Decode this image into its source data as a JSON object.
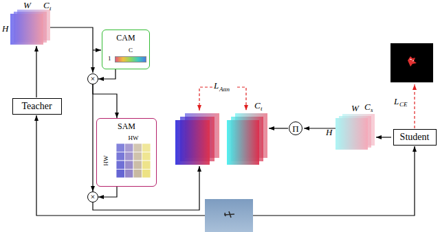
{
  "diagram": {
    "nodes": [
      {
        "text": [
          "Teacher"
        ]
      },
      {
        "text": [
          "CAM",
          "1",
          "C"
        ]
      },
      {
        "text": [
          "×"
        ]
      },
      {
        "text": [
          "SAM",
          "HW",
          "HW"
        ]
      },
      {
        "text": [
          "×"
        ]
      },
      {
        "text": [
          "Π"
        ]
      },
      {
        "text": [
          "Student"
        ]
      }
    ],
    "edges": [
      {
        "from": 1,
        "to": 2,
        "arrow": "to"
      },
      {
        "from": 2,
        "to": 3,
        "arrow": "to"
      },
      {
        "from": 2,
        "to": 4,
        "arrow": "to"
      },
      {
        "from": 3,
        "to": 4,
        "arrow": "to"
      }
    ],
    "labels": [
      "W",
      "C",
      "t",
      "H",
      "L",
      "Attn",
      "C",
      "t",
      "W",
      "C",
      "s",
      "H",
      "L",
      "CE"
    ]
  }
}
